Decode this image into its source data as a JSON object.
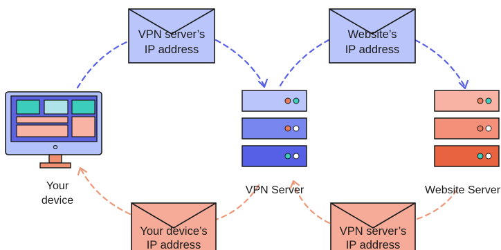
{
  "colors": {
    "outline": "#1a1a1a",
    "blue_arrow": "#5661e6",
    "orange_arrow": "#ec9878",
    "envelope_blue": "#b9c5fb",
    "envelope_orange": "#f6ab99",
    "monitor_screen": "#5b63e0",
    "monitor_frame": "#b4c2fb",
    "teal": "#3ccdbd",
    "light_teal": "#aee3ea",
    "peach": "#f8b3a4",
    "stand": "#ef8f71",
    "vpn_server_1": "#b9c5fb",
    "vpn_server_2": "#7886f0",
    "vpn_server_3": "#5660e6",
    "web_server_1": "#f8b3a4",
    "web_server_2": "#f4907a",
    "web_server_3": "#e8633f"
  },
  "envelopes": [
    {
      "id": "env-vpn-ip-top",
      "lines": [
        "VPN server’s",
        "IP address"
      ]
    },
    {
      "id": "env-website-ip",
      "lines": [
        "Website’s",
        "IP address"
      ]
    },
    {
      "id": "env-device-ip",
      "lines": [
        "Your device’s",
        "IP address"
      ]
    },
    {
      "id": "env-vpn-ip-bottom",
      "lines": [
        "VPN server’s",
        "IP address"
      ]
    }
  ],
  "labels": {
    "device": [
      "Your",
      "device"
    ],
    "vpn_server": "VPN Server",
    "website_server": "Website Server"
  }
}
